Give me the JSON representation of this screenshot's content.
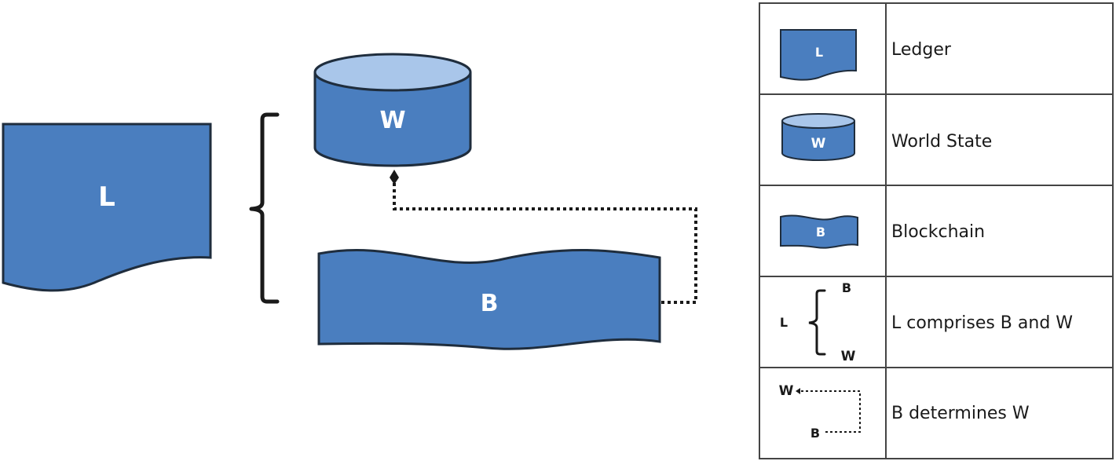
{
  "colors": {
    "shape_fill": "#4a7ebf",
    "shape_stroke": "#1f2d3d",
    "cylinder_top": "#a9c6ea",
    "text_on_shape": "#ffffff",
    "line": "#1a1a1a",
    "legend_border": "#444444"
  },
  "diagram": {
    "ledger_label": "L",
    "world_state_label": "W",
    "blockchain_label": "B"
  },
  "legend": {
    "rows": [
      {
        "icon": "ledger-icon",
        "icon_label": "L",
        "text": "Ledger"
      },
      {
        "icon": "world-state-icon",
        "icon_label": "W",
        "text": "World State"
      },
      {
        "icon": "blockchain-icon",
        "icon_label": "B",
        "text": "Blockchain"
      },
      {
        "icon": "comprises-icon",
        "icon_label_left": "L",
        "icon_label_top": "B",
        "icon_label_bottom": "W",
        "text": "L comprises B and W"
      },
      {
        "icon": "determines-icon",
        "icon_label_top": "W",
        "icon_label_bottom": "B",
        "text": "B determines W"
      }
    ]
  }
}
